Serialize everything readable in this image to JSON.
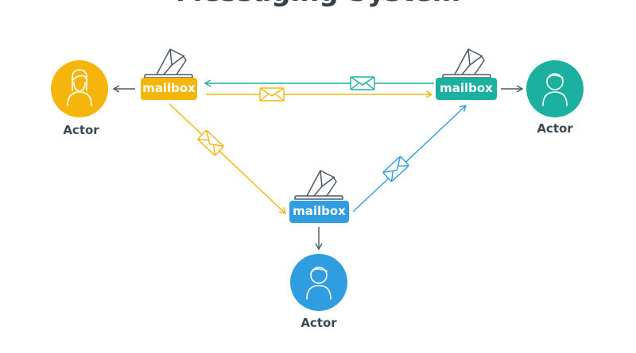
{
  "title": "Messaging System",
  "colors": {
    "yellow": "#f5b50a",
    "teal": "#1bb0a0",
    "blue": "#2f9de0",
    "dark": "#4a5864",
    "text": "#3c4852"
  },
  "nodes": {
    "left": {
      "mailbox_label": "mailbox",
      "actor_label": "Actor",
      "color": "#f5b50a",
      "actor_icon": "person-female-icon"
    },
    "right": {
      "mailbox_label": "mailbox",
      "actor_label": "Actor",
      "color": "#1bb0a0",
      "actor_icon": "person-male-icon"
    },
    "bottom": {
      "mailbox_label": "mailbox",
      "actor_label": "Actor",
      "color": "#2f9de0",
      "actor_icon": "person-male-icon"
    }
  },
  "edges": [
    {
      "from": "right-mailbox",
      "to": "left-mailbox",
      "color": "#1bb0a0",
      "icon": "envelope-icon"
    },
    {
      "from": "left-mailbox",
      "to": "right-mailbox",
      "color": "#f5b50a",
      "icon": "envelope-icon"
    },
    {
      "from": "left-mailbox",
      "to": "bottom-mailbox",
      "color": "#f5b50a",
      "icon": "envelope-icon"
    },
    {
      "from": "bottom-mailbox",
      "to": "right-mailbox",
      "color": "#2f9de0",
      "icon": "envelope-icon"
    },
    {
      "from": "left-mailbox",
      "to": "left-actor",
      "color": "#4a5864",
      "icon": "arrow-icon"
    },
    {
      "from": "right-mailbox",
      "to": "right-actor",
      "color": "#4a5864",
      "icon": "arrow-icon"
    },
    {
      "from": "bottom-mailbox",
      "to": "bottom-actor",
      "color": "#4a5864",
      "icon": "arrow-icon"
    }
  ]
}
